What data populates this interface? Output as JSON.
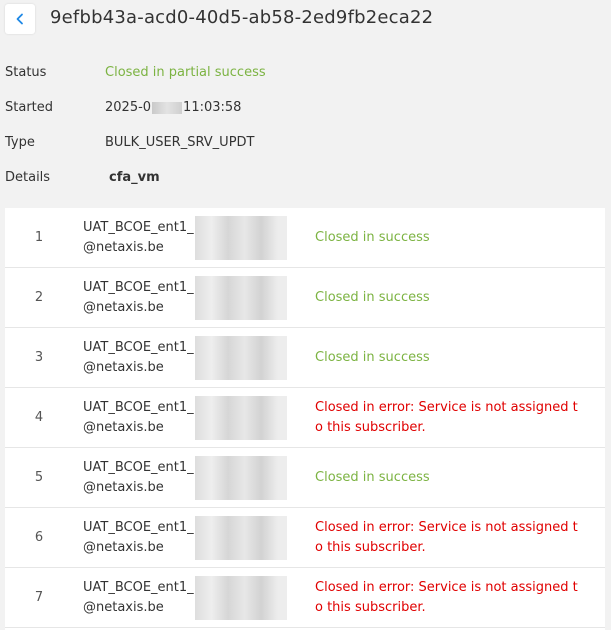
{
  "header": {
    "title": "9efbb43a-acd0-40d5-ab58-2ed9fb2eca22"
  },
  "info": {
    "status_label": "Status",
    "status_value": "Closed in partial success",
    "started_label": "Started",
    "started_prefix": "2025-0",
    "started_suffix": "11:03:58",
    "type_label": "Type",
    "type_value": "BULK_USER_SRV_UPDT",
    "details_label": "Details",
    "details_value": "cfa_vm"
  },
  "rows": [
    {
      "num": "1",
      "user_prefix": "UAT_BCOE_ent1_",
      "user_domain": "@netaxis.be",
      "status": "Closed in success",
      "ok": true
    },
    {
      "num": "2",
      "user_prefix": "UAT_BCOE_ent1_",
      "user_domain": "@netaxis.be",
      "status": "Closed in success",
      "ok": true
    },
    {
      "num": "3",
      "user_prefix": "UAT_BCOE_ent1_",
      "user_domain": "@netaxis.be",
      "status": "Closed in success",
      "ok": true
    },
    {
      "num": "4",
      "user_prefix": "UAT_BCOE_ent1_",
      "user_domain": "@netaxis.be",
      "status": "Closed in error:  Service is not assigned to this subscriber.",
      "ok": false
    },
    {
      "num": "5",
      "user_prefix": "UAT_BCOE_ent1_",
      "user_domain": "@netaxis.be",
      "status": "Closed in success",
      "ok": true
    },
    {
      "num": "6",
      "user_prefix": "UAT_BCOE_ent1_",
      "user_domain": "@netaxis.be",
      "status": "Closed in error:  Service is not assigned to this subscriber.",
      "ok": false
    },
    {
      "num": "7",
      "user_prefix": "UAT_BCOE_ent1_",
      "user_domain": "@netaxis.be",
      "status": "Closed in error:  Service is not assigned to this subscriber.",
      "ok": false
    }
  ],
  "colors": {
    "success": "#7cb342",
    "error": "#e00000",
    "accent": "#1e88e5"
  }
}
